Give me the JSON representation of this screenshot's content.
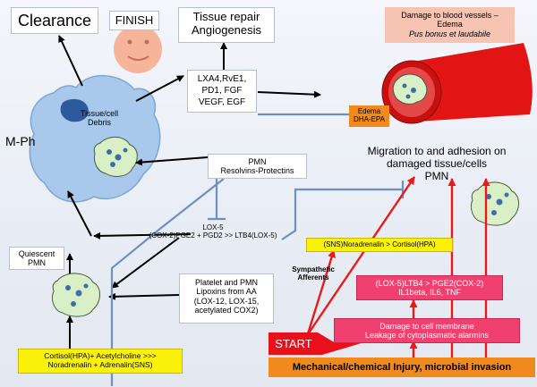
{
  "boxes": {
    "clearance": "Clearance",
    "finish": "FINISH",
    "tissue_repair_1": "Tissue repair",
    "tissue_repair_2": "Angiogenesis",
    "damage_vessels_1": "Damage to blood vessels –",
    "damage_vessels_2": "Edema",
    "damage_vessels_3": "Pus bonus et laudabile",
    "lxa4_1": "LXA4,RvE1,",
    "lxa4_2": "PD1, FGF",
    "lxa4_3": "VEGF, EGF",
    "edema_1": "Edema",
    "edema_2": "DHA-EPA",
    "mph": "M-Ph",
    "tissue_debris_1": "Tissue/cell",
    "tissue_debris_2": "Debris",
    "pmn_resolvins_1": "PMN",
    "pmn_resolvins_2": "Resolvins-Protectins",
    "migration_1": "Migration to and adhesion on",
    "migration_2": "damaged tissue/cells",
    "migration_3": "PMN",
    "lox5_1": "LOX-5",
    "lox5_2": "(COX-2)PGE2 + PGD2 >> LTB4(LOX-5)",
    "quiescent_1": "Quiescent",
    "quiescent_2": "PMN",
    "sns": "(SNS)Noradrenalin > Cortisol(HPA)",
    "sympathetic_1": "Sympathetic",
    "sympathetic_2": "Afferents",
    "lox5_ltb4_1": "(LOX-5)LTB4 > PGE2(COX-2)",
    "lox5_ltb4_2": "IL1beta, IL6, TNF",
    "platelet_1": "Platelet and PMN",
    "platelet_2": "Lipoxins from AA",
    "platelet_3": "(LOX-12, LOX-15,",
    "platelet_4": "acetylated COX2)",
    "damage_membrane_1": "Damage to cell membrane",
    "damage_membrane_2": "Leakage of cytoplasmatic alarmins",
    "start": "START",
    "cortisol_1": "Cortisol(HPA)+ Acetylcholine >>>",
    "cortisol_2": "Noradrenalin + Adrenalin(SNS)",
    "injury": "Mechanical/chemical Injury, microbial invasion"
  },
  "icons": {
    "smiley": "smiley-face-icon",
    "vessel": "blood-vessel-icon",
    "cell": "pmn-cell-icon",
    "macrophage": "macrophage-icon"
  },
  "colors": {
    "macrophage": "#a8c8ec",
    "cell": "#d9efc6",
    "vessel": "#e31414",
    "salmon": "#f7c4b4",
    "pink": "#f0406f",
    "yellow": "#fbf20b",
    "orange": "#f08a1c",
    "arrow_red": "#e81a1a",
    "inhibit_blue": "#6f8fc0",
    "smiley": "#f6b59a"
  }
}
